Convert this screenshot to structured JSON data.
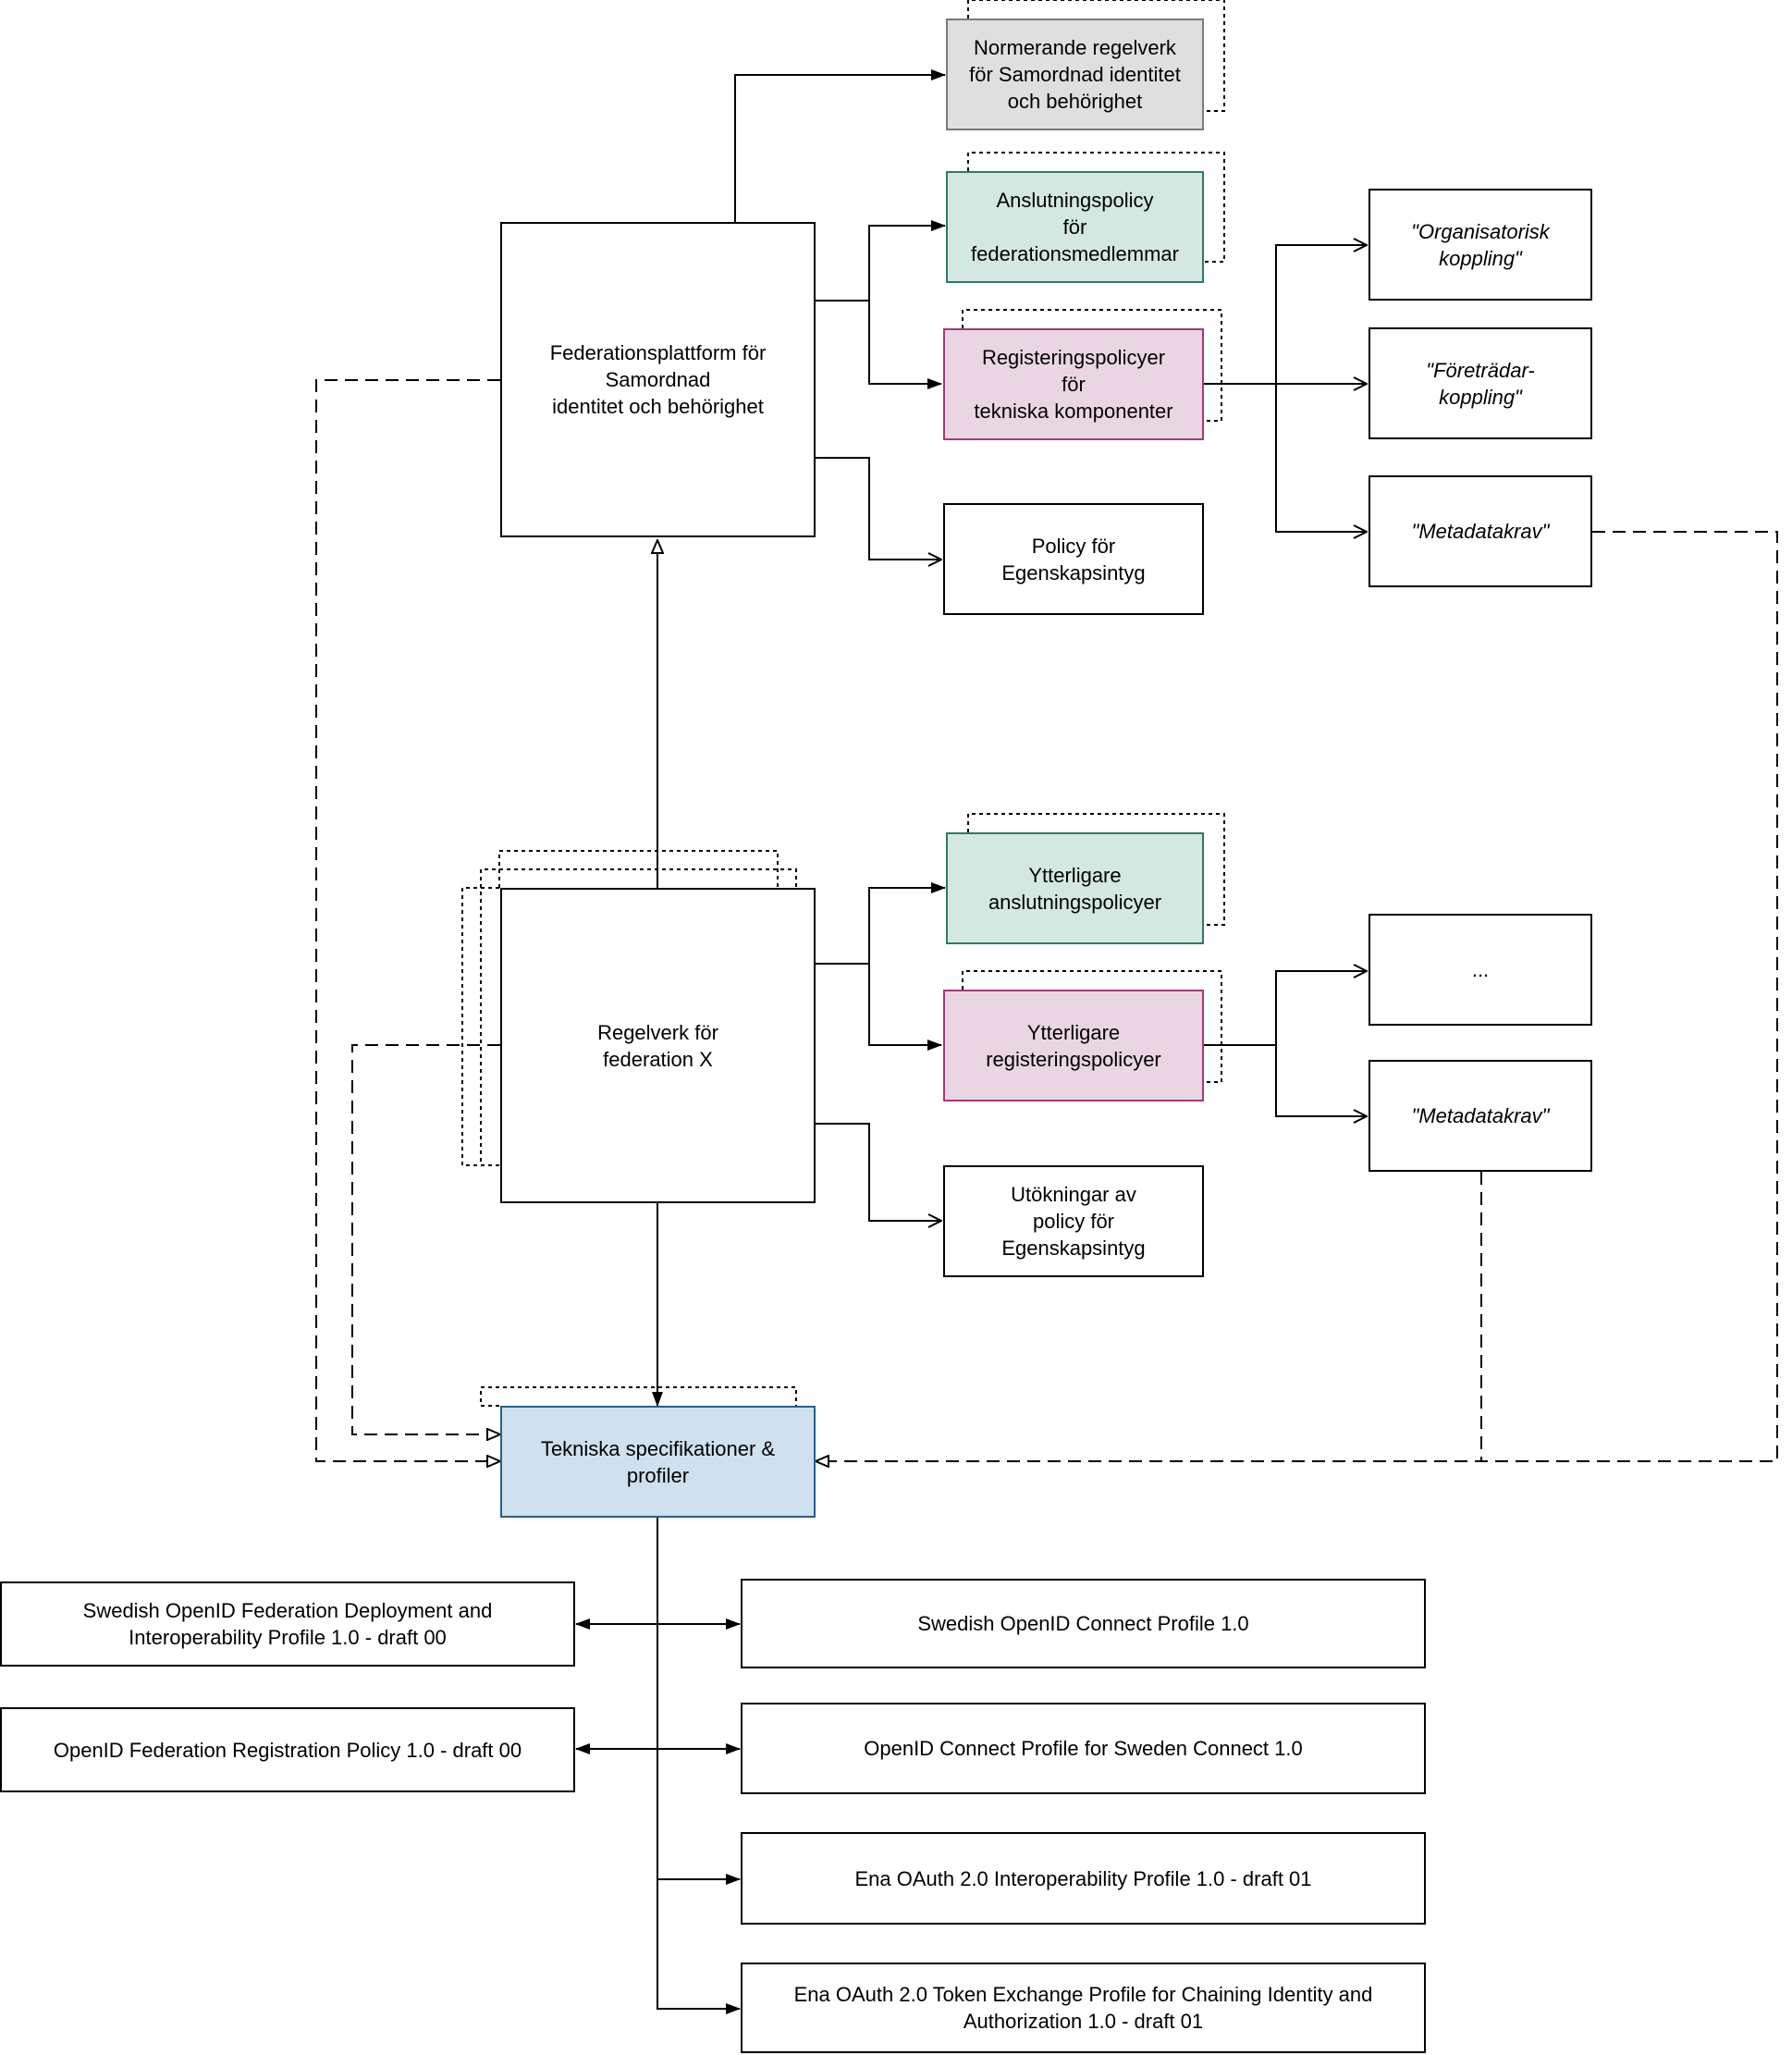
{
  "colors": {
    "line": "#000000",
    "grey_fill": "#e0dfdf",
    "green_fill": "#d4e8e2",
    "pink_fill": "#ead6e2",
    "blue_fill": "#cfe0ee"
  },
  "nodes": {
    "normerande": "Normerande regelverk\nför Samordnad identitet\noch behörighet",
    "federationsplattform": "Federationsplattform för\nSamordnad\n identitet och behörighet",
    "anslutningspolicy": "Anslutningspolicy\nför\nfederationsmedlemmar",
    "registeringspolicyer": "Registeringspolicyer\nför\ntekniska komponenter",
    "policy_egenskapsintyg": "Policy för\nEgenskapsintyg",
    "organisatorisk": "\"Organisatorisk\nkoppling\"",
    "foretradar": "\"Företrädar-\nkoppling\"",
    "metadatakrav_top": "\"Metadatakrav\"",
    "regelverk_x": "Regelverk för\nfederation X",
    "ytterligare_anslutning": "Ytterligare\nanslutningspolicyer",
    "ytterligare_registering": "Ytterligare\nregisteringspolicyer",
    "utokningar": "Utökningar av\npolicy för\nEgenskapsintyg",
    "ellipsis": "...",
    "metadatakrav_bottom": "\"Metadatakrav\"",
    "tekniska": "Tekniska specifikationer &\nprofiler",
    "swedish_federation_deploy": "Swedish OpenID Federation Deployment and\nInteroperability Profile 1.0 - draft 00",
    "federation_registration": "OpenID Federation Registration Policy 1.0 - draft 00",
    "swedish_connect": "Swedish OpenID Connect Profile 1.0",
    "sweden_connect": "OpenID Connect Profile for Sweden Connect 1.0",
    "ena_oauth_interop": "Ena OAuth 2.0 Interoperability Profile 1.0 - draft 01",
    "ena_token_exchange": "Ena OAuth 2.0 Token Exchange Profile for Chaining Identity and\nAuthorization 1.0 - draft 01"
  }
}
